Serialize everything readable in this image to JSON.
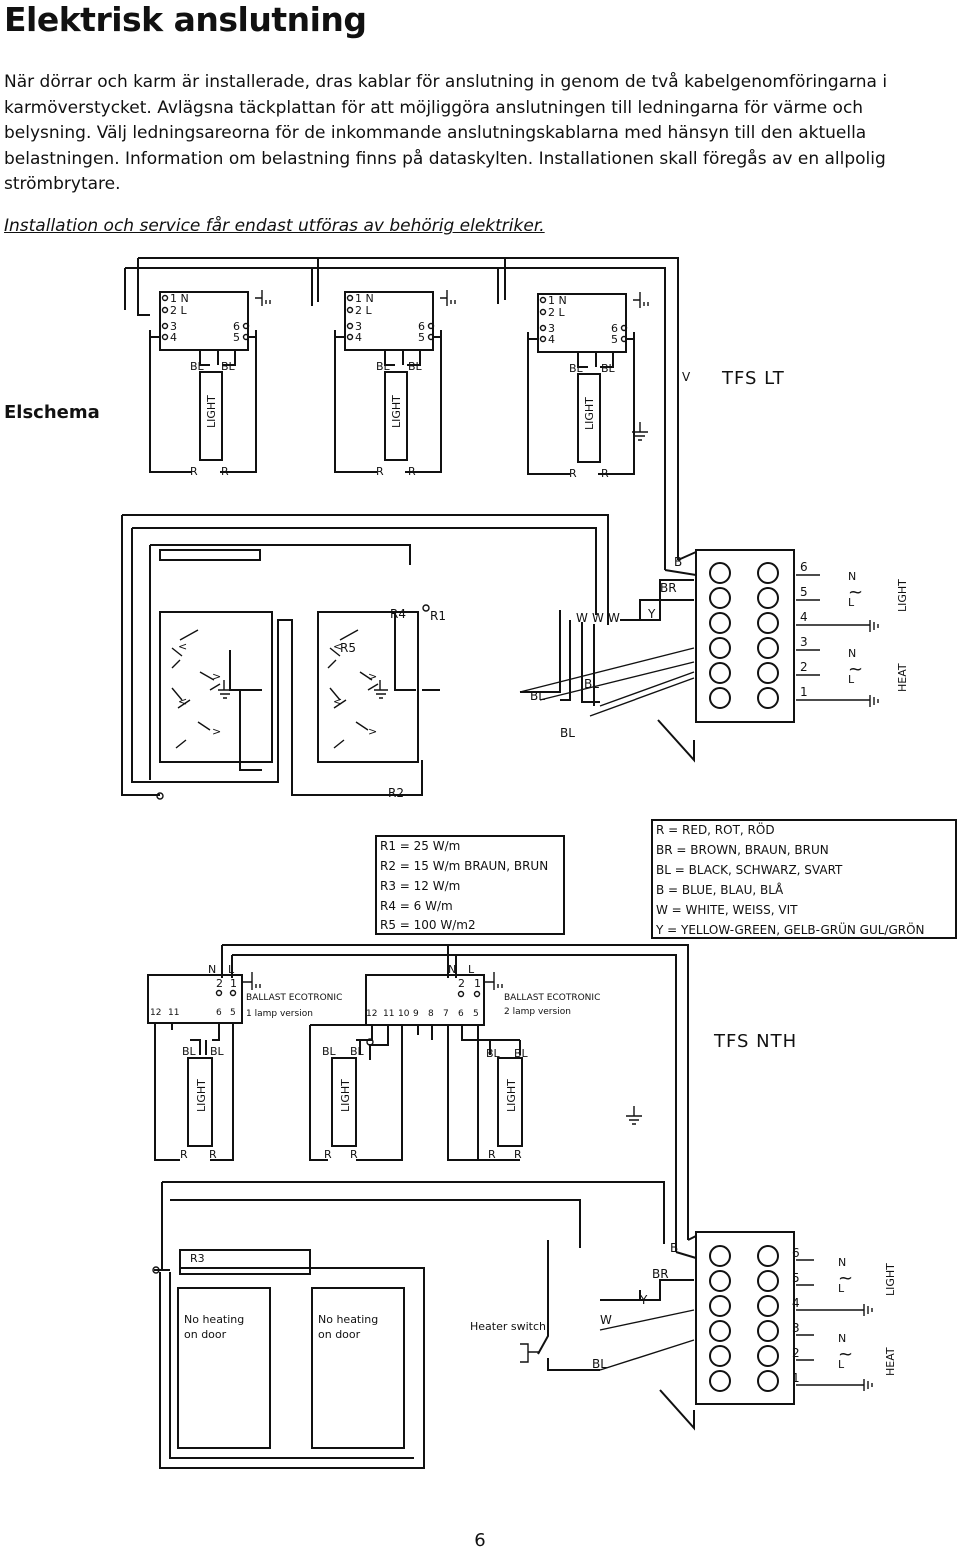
{
  "title": "Elektrisk anslutning",
  "intro": "När dörrar och karm är installerade, dras kablar för anslutning in genom de två kabelgenomföringarna i karmöverstycket. Avlägsna täckplattan för att möjliggöra anslutningen till ledningarna för värme och belysning. Välj ledningsareorna för de inkommande anslutningskablarna med hänsyn till den aktuella belastningen. Information om belastning finns på dataskylten. Installationen skall föregås av en allpolig strömbrytare.",
  "note": "Installation och service får endast utföras av behörig elektriker.",
  "side_label": "Elschema",
  "page_number": "6",
  "diagram1": {
    "model": "TFS LT",
    "v_label": "V",
    "ballast_terminals": {
      "t1": "1 N",
      "t2": "2 L",
      "t3": "3",
      "t4": "4",
      "t5": "5",
      "t6": "6"
    },
    "lamp_label": "LIGHT",
    "bl": "BL",
    "r": "R",
    "b": "B",
    "br": "BR",
    "y": "Y",
    "w": "W",
    "r1": "R1",
    "r2": "R2",
    "r4": "R4",
    "r5": "R5",
    "terminal_numbers": [
      "6",
      "5",
      "4",
      "3",
      "2",
      "1"
    ],
    "supply_n": "N",
    "supply_l": "L",
    "tilde": "~",
    "light_label": "LIGHT",
    "heat_label": "HEAT"
  },
  "resistor_legend": [
    "R1 = 25 W/m",
    "R2 = 15 W/m BRAUN, BRUN",
    "R3 = 12 W/m",
    "R4 = 6 W/m",
    "R5 = 100 W/m2"
  ],
  "color_legend": [
    "R = RED, ROT, RÖD",
    "BR = BROWN, BRAUN, BRUN",
    "BL = BLACK, SCHWARZ, SVART",
    "B = BLUE, BLAU, BLÅ",
    "W = WHITE, WEISS, VIT",
    "Y = YELLOW-GREEN, GELB-GRÜN GUL/GRÖN"
  ],
  "diagram2": {
    "model": "TFS NTH",
    "ballast1_title": "BALLAST ECOTRONIC",
    "ballast1_sub": "1 lamp version",
    "ballast2_title": "BALLAST ECOTRONIC",
    "ballast2_sub": "2 lamp version",
    "n": "N",
    "l": "L",
    "t2": "2",
    "t1": "1",
    "b1_terms": [
      "12",
      "11",
      "6",
      "5"
    ],
    "b2_terms": [
      "12",
      "11",
      "10",
      "9",
      "8",
      "7",
      "6",
      "5"
    ],
    "lamp_label": "LIGHT",
    "bl": "BL",
    "r": "R",
    "r3": "R3",
    "no_heating_1": "No heating",
    "no_heating_2": "on door",
    "heater_switch": "Heater switch",
    "b": "B",
    "br": "BR",
    "y": "Y",
    "w": "W",
    "terminal_numbers": [
      "6",
      "5",
      "4",
      "3",
      "2",
      "1"
    ],
    "supply_n": "N",
    "supply_l": "L",
    "tilde": "~",
    "light_label": "LIGHT",
    "heat_label": "HEAT"
  }
}
